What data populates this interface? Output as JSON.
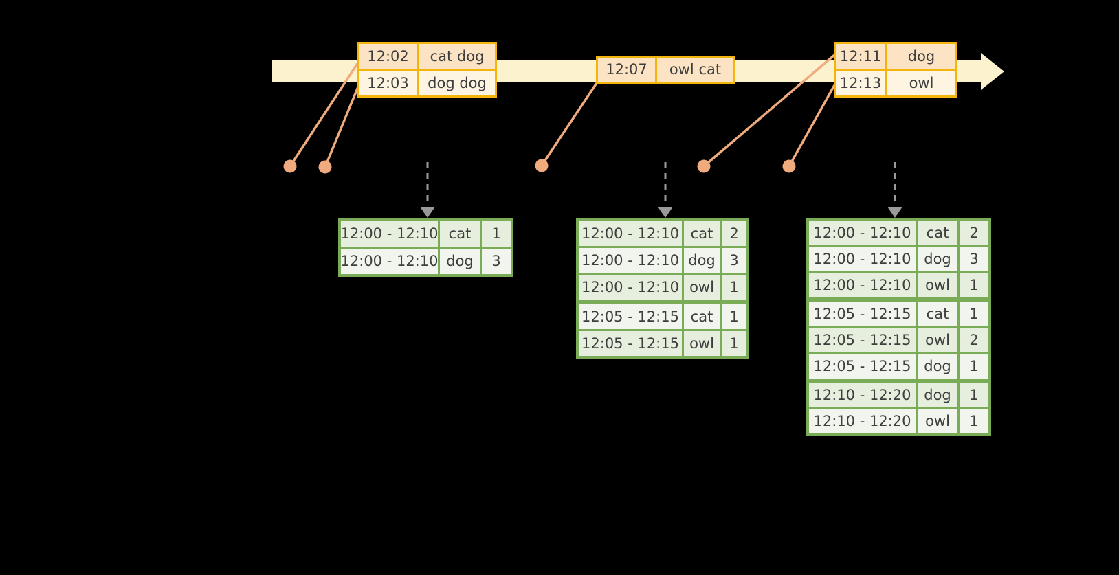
{
  "palette": {
    "background": "#000000",
    "timeline_band": "#fcf2cd",
    "event_border": "#f3b50c",
    "event_row_peach": "#fbe3c4",
    "event_row_cream": "#fdf4e2",
    "result_border": "#7aab57",
    "result_row_sage": "#e6eedd",
    "result_row_white": "#f2f5ed",
    "connector_salmon": "#efaa7d",
    "trigger_gray": "#9a9a9a",
    "text": "#3e3e3e"
  },
  "timeline_events": [
    {
      "rows": [
        {
          "time": "12:02",
          "words": "cat dog"
        },
        {
          "time": "12:03",
          "words": "dog dog"
        }
      ]
    },
    {
      "rows": [
        {
          "time": "12:07",
          "words": "owl cat"
        }
      ]
    },
    {
      "rows": [
        {
          "time": "12:11",
          "words": "dog"
        },
        {
          "time": "12:13",
          "words": "owl"
        }
      ]
    }
  ],
  "result_tables": [
    {
      "rows": [
        {
          "window": "12:00 - 12:10",
          "word": "cat",
          "count": "1"
        },
        {
          "window": "12:00 - 12:10",
          "word": "dog",
          "count": "3"
        }
      ]
    },
    {
      "rows": [
        {
          "window": "12:00 - 12:10",
          "word": "cat",
          "count": "2"
        },
        {
          "window": "12:00 - 12:10",
          "word": "dog",
          "count": "3"
        },
        {
          "window": "12:00 - 12:10",
          "word": "owl",
          "count": "1"
        },
        {
          "window": "12:05 - 12:15",
          "word": "cat",
          "count": "1",
          "new_window": true
        },
        {
          "window": "12:05 - 12:15",
          "word": "owl",
          "count": "1"
        }
      ]
    },
    {
      "rows": [
        {
          "window": "12:00 - 12:10",
          "word": "cat",
          "count": "2"
        },
        {
          "window": "12:00 - 12:10",
          "word": "dog",
          "count": "3"
        },
        {
          "window": "12:00 - 12:10",
          "word": "owl",
          "count": "1"
        },
        {
          "window": "12:05 - 12:15",
          "word": "cat",
          "count": "1",
          "new_window": true
        },
        {
          "window": "12:05 - 12:15",
          "word": "owl",
          "count": "2"
        },
        {
          "window": "12:05 - 12:15",
          "word": "dog",
          "count": "1"
        },
        {
          "window": "12:10 - 12:20",
          "word": "dog",
          "count": "1",
          "new_window": true
        },
        {
          "window": "12:10 - 12:20",
          "word": "owl",
          "count": "1"
        }
      ]
    }
  ]
}
